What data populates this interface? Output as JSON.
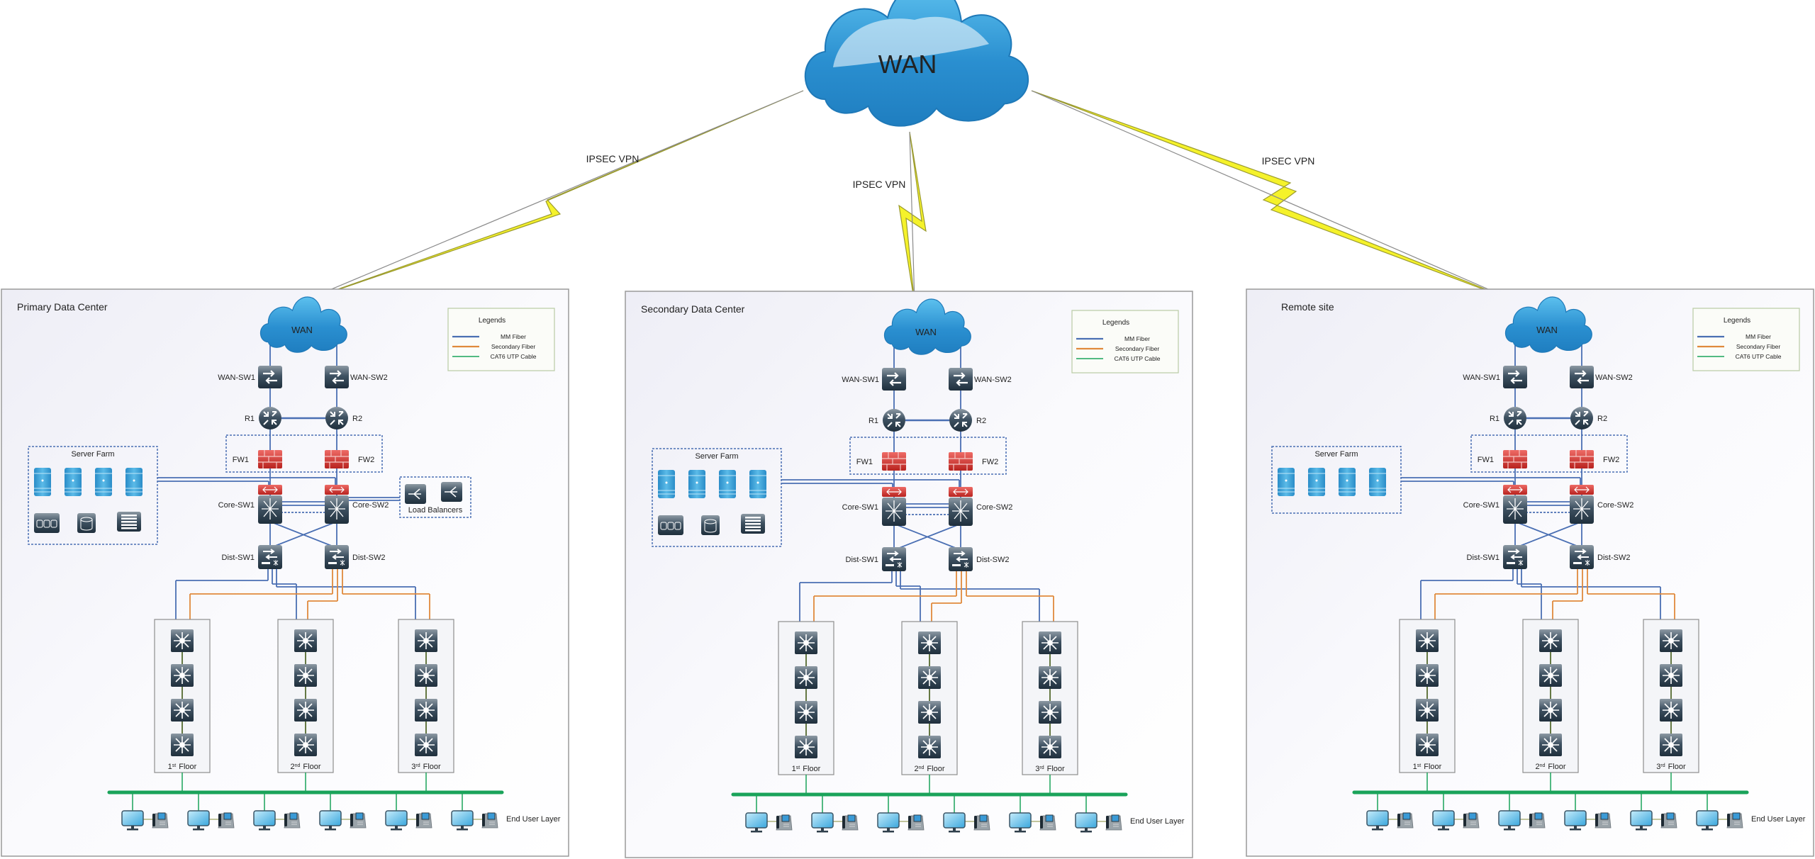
{
  "wan": {
    "label": "WAN"
  },
  "vpn_links": [
    {
      "label": "IPSEC VPN",
      "target": "Primary Data Center"
    },
    {
      "label": "IPSEC VPN",
      "target": "Secondary Data Center"
    },
    {
      "label": "IPSEC VPN",
      "target": "Remote site"
    }
  ],
  "colors": {
    "mm_fiber": "#4a6fb3",
    "secondary_fiber": "#e08a3c",
    "cat6": "#1aa35a",
    "vpn_bolt": "#f5f22a",
    "firewall": "#c9302c",
    "device_dark": "#2b3d4c",
    "cloud": "#2a8fd0"
  },
  "panels": [
    {
      "title": "Primary Data Center",
      "wan_label": "WAN",
      "legend": {
        "title": "Legends",
        "items": [
          {
            "label": "MM Fiber",
            "type": "mm_fiber"
          },
          {
            "label": "Secondary Fiber",
            "type": "secondary_fiber"
          },
          {
            "label": "CAT6 UTP Cable",
            "type": "cat6"
          }
        ]
      },
      "devices": {
        "wan_sw1": "WAN-SW1",
        "wan_sw2": "WAN-SW2",
        "r1": "R1",
        "r2": "R2",
        "fw1": "FW1",
        "fw2": "FW2",
        "core_sw1": "Core-SW1",
        "core_sw2": "Core-SW2",
        "dist_sw1": "Dist-SW1",
        "dist_sw2": "Dist-SW2"
      },
      "server_farm": {
        "label": "Server Farm",
        "servers": 4,
        "storage": [
          "storage-array",
          "database",
          "file-server"
        ]
      },
      "load_balancers": {
        "label": "Load Balancers",
        "count": 2
      },
      "floors": [
        {
          "num": "1",
          "sup": "st",
          "label": "Floor",
          "switches": 4
        },
        {
          "num": "2",
          "sup": "nd",
          "label": "Floor",
          "switches": 4
        },
        {
          "num": "3",
          "sup": "rd",
          "label": "Floor",
          "switches": 4
        }
      ],
      "end_users": {
        "label": "End User Layer",
        "workstations": 6
      }
    },
    {
      "title": "Secondary Data Center",
      "wan_label": "WAN",
      "legend": {
        "title": "Legends",
        "items": [
          {
            "label": "MM Fiber",
            "type": "mm_fiber"
          },
          {
            "label": "Secondary Fiber",
            "type": "secondary_fiber"
          },
          {
            "label": "CAT6 UTP Cable",
            "type": "cat6"
          }
        ]
      },
      "devices": {
        "wan_sw1": "WAN-SW1",
        "wan_sw2": "WAN-SW2",
        "r1": "R1",
        "r2": "R2",
        "fw1": "FW1",
        "fw2": "FW2",
        "core_sw1": "Core-SW1",
        "core_sw2": "Core-SW2",
        "dist_sw1": "Dist-SW1",
        "dist_sw2": "Dist-SW2"
      },
      "server_farm": {
        "label": "Server Farm",
        "servers": 4,
        "storage": [
          "storage-array",
          "database",
          "file-server"
        ]
      },
      "load_balancers": null,
      "floors": [
        {
          "num": "1",
          "sup": "st",
          "label": "Floor",
          "switches": 4
        },
        {
          "num": "2",
          "sup": "nd",
          "label": "Floor",
          "switches": 4
        },
        {
          "num": "3",
          "sup": "rd",
          "label": "Floor",
          "switches": 4
        }
      ],
      "end_users": {
        "label": "End User Layer",
        "workstations": 6
      }
    },
    {
      "title": "Remote site",
      "wan_label": "WAN",
      "legend": {
        "title": "Legends",
        "items": [
          {
            "label": "MM Fiber",
            "type": "mm_fiber"
          },
          {
            "label": "Secondary Fiber",
            "type": "secondary_fiber"
          },
          {
            "label": "CAT6 UTP Cable",
            "type": "cat6"
          }
        ]
      },
      "devices": {
        "wan_sw1": "WAN-SW1",
        "wan_sw2": "WAN-SW2",
        "r1": "R1",
        "r2": "R2",
        "fw1": "FW1",
        "fw2": "FW2",
        "core_sw1": "Core-SW1",
        "core_sw2": "Core-SW2",
        "dist_sw1": "Dist-SW1",
        "dist_sw2": "Dist-SW2"
      },
      "server_farm": {
        "label": "Server Farm",
        "servers": 4,
        "storage": []
      },
      "load_balancers": null,
      "floors": [
        {
          "num": "1",
          "sup": "st",
          "label": "Floor",
          "switches": 4
        },
        {
          "num": "2",
          "sup": "nd",
          "label": "Floor",
          "switches": 4
        },
        {
          "num": "3",
          "sup": "rd",
          "label": "Floor",
          "switches": 4
        }
      ],
      "end_users": {
        "label": "End User Layer",
        "workstations": 6
      }
    }
  ]
}
